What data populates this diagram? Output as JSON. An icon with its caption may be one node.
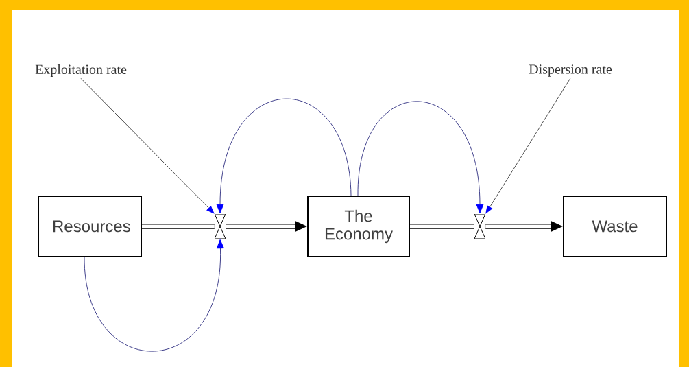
{
  "diagram": {
    "nodes": [
      {
        "text": [
          "Exploitation rate"
        ]
      },
      {
        "text": [
          "Dispersion rate"
        ]
      },
      {
        "text": [
          "Resources"
        ]
      },
      {
        "text": [],
        "shape": "valve"
      },
      {
        "text": [
          "The Economy"
        ]
      },
      {
        "text": [],
        "shape": "valve"
      },
      {
        "text": [
          "Waste"
        ]
      }
    ],
    "edges": [
      {
        "from": 2,
        "to": 3,
        "arrow": "none",
        "style": "thick"
      },
      {
        "from": 3,
        "to": 4,
        "arrow": "to",
        "style": "thick"
      },
      {
        "from": 4,
        "to": 5,
        "arrow": "none",
        "style": "thick"
      },
      {
        "from": 5,
        "to": 6,
        "arrow": "to",
        "style": "thick"
      },
      {
        "from": 4,
        "to": 3,
        "arrow": "to",
        "color": "#40408c"
      },
      {
        "from": 4,
        "to": 5,
        "arrow": "to",
        "color": "#40408c"
      },
      {
        "from": 2,
        "to": 3,
        "arrow": "to",
        "color": "#40408c"
      },
      {
        "from": 0,
        "to": 3,
        "arrow": "to"
      },
      {
        "from": 1,
        "to": 5,
        "arrow": "to"
      }
    ]
  }
}
